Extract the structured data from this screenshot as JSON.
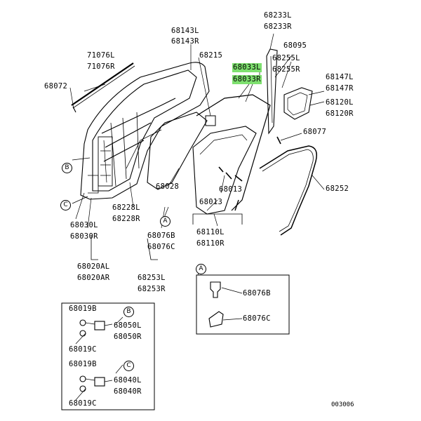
{
  "labels": {
    "p68233L": "68233L",
    "p68233R": "68233R",
    "p68143L": "68143L",
    "p68143R": "68143R",
    "p71076L": "71076L",
    "p71076R": "71076R",
    "p68072": "68072",
    "p68215": "68215",
    "p68033L": "68033L",
    "p68033R": "68033R",
    "p68095": "68095",
    "p68255L": "68255L",
    "p68255R": "68255R",
    "p68147L": "68147L",
    "p68147R": "68147R",
    "p68120L": "68120L",
    "p68120R": "68120R",
    "p68077": "68077",
    "p68252": "68252",
    "p68028": "68028",
    "p68013a": "68013",
    "p68013b": "68013",
    "p68228L": "68228L",
    "p68228R": "68228R",
    "p68030L": "68030L",
    "p68030R": "68030R",
    "p68076B": "68076B",
    "p68076C": "68076C",
    "p68110L": "68110L",
    "p68110R": "68110R",
    "p68020AL": "68020AL",
    "p68020AR": "68020AR",
    "p68253L": "68253L",
    "p68253R": "68253R",
    "inset_a_68076B": "68076B",
    "inset_a_68076C": "68076C",
    "p68019B_1": "68019B",
    "p68019C_1": "68019C",
    "p68050L": "68050L",
    "p68050R": "68050R",
    "p68019B_2": "68019B",
    "p68019C_2": "68019C",
    "p68040L": "68040L",
    "p68040R": "68040R"
  },
  "callouts": {
    "A": "A",
    "B": "B",
    "C": "C"
  },
  "reference_code": "003006",
  "highlight_color": "#7ee06f"
}
